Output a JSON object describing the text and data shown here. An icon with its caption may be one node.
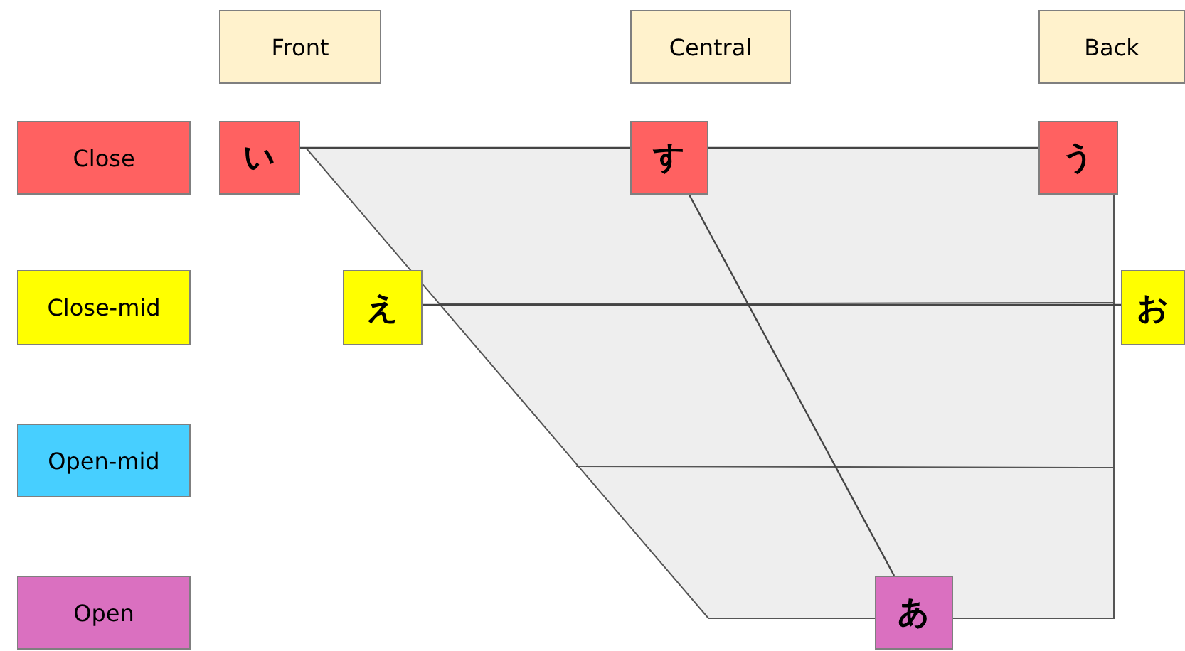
{
  "diagram": {
    "nodes": [
      {
        "text": [
          "Front"
        ]
      },
      {
        "text": [
          "Central"
        ]
      },
      {
        "text": [
          "Back"
        ]
      },
      {
        "text": [
          "Close"
        ]
      },
      {
        "text": [
          "い"
        ]
      },
      {
        "text": [
          "す"
        ]
      },
      {
        "text": [
          "う"
        ]
      },
      {
        "text": [
          "Close-mid"
        ]
      },
      {
        "text": [
          "え"
        ]
      },
      {
        "text": [
          "お"
        ]
      },
      {
        "text": [
          "Open-mid"
        ]
      },
      {
        "text": [
          "Open"
        ]
      },
      {
        "text": [
          "あ"
        ]
      }
    ],
    "edges": [
      {
        "from": 4,
        "to": 5,
        "arrow": "none"
      },
      {
        "from": 5,
        "to": 6,
        "arrow": "none"
      },
      {
        "from": 8,
        "to": 9,
        "arrow": "none"
      },
      {
        "from": 5,
        "to": 12,
        "arrow": "none"
      }
    ]
  }
}
